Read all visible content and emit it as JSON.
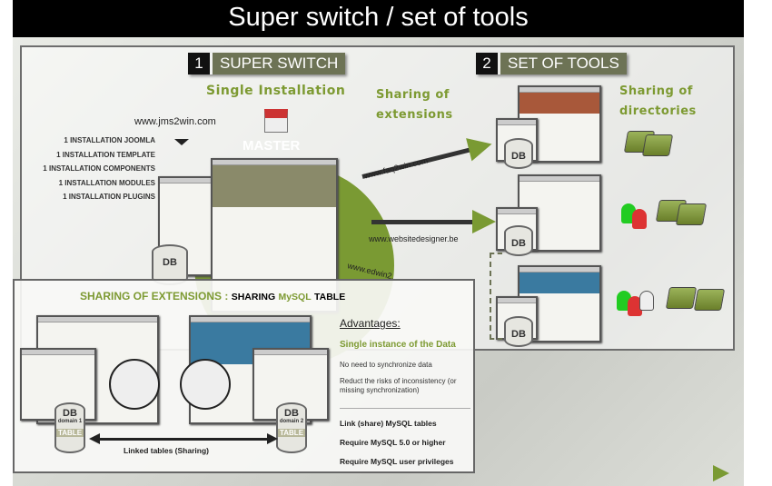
{
  "title": "Super switch / set of tools",
  "section1": {
    "number": "1",
    "label": "SUPER SWITCH",
    "subtitle": "Single Installation",
    "site": "www.jms2win.com",
    "master": "MASTER",
    "installs": [
      "1 INSTALLATION JOOMLA",
      "1 INSTALLATION TEMPLATE",
      "1 INSTALLATION COMPONENTS",
      "1 INSTALLATION MODULES",
      "1 INSTALLATION PLUGINS"
    ],
    "db": "DB"
  },
  "section2": {
    "number": "2",
    "label": "SET OF TOOLS",
    "sharing_ext": [
      "Sharing of",
      "extensions"
    ],
    "sharing_dir": [
      "Sharing of",
      "directories"
    ],
    "sites": [
      "www.faq2win.com",
      "www.websitedesigner.be",
      "www.edwin2..."
    ],
    "db": "DB"
  },
  "inset": {
    "title_green": "SHARING OF EXTENSIONS :",
    "title_black1": "SHARING",
    "title_green2": "MySQL",
    "title_black2": "TABLE",
    "advantages": "Advantages:",
    "single": "Single instance of the Data",
    "no_sync": "No need to synchronize data",
    "reduce": "Reduct the risks of inconsistency (or missing synchronization)",
    "points": [
      "Link (share) MySQL tables",
      "Require MySQL 5.0 or higher",
      "Require MySQL user privileges"
    ],
    "db1": {
      "db": "DB",
      "domain": "domain 1",
      "table": "TABLE"
    },
    "db2": {
      "db": "DB",
      "domain": "domain 2",
      "table": "TABLE"
    },
    "linked": "Linked tables (Sharing)"
  },
  "colors": {
    "accent": "#7d9a32",
    "header": "#6d7355"
  }
}
